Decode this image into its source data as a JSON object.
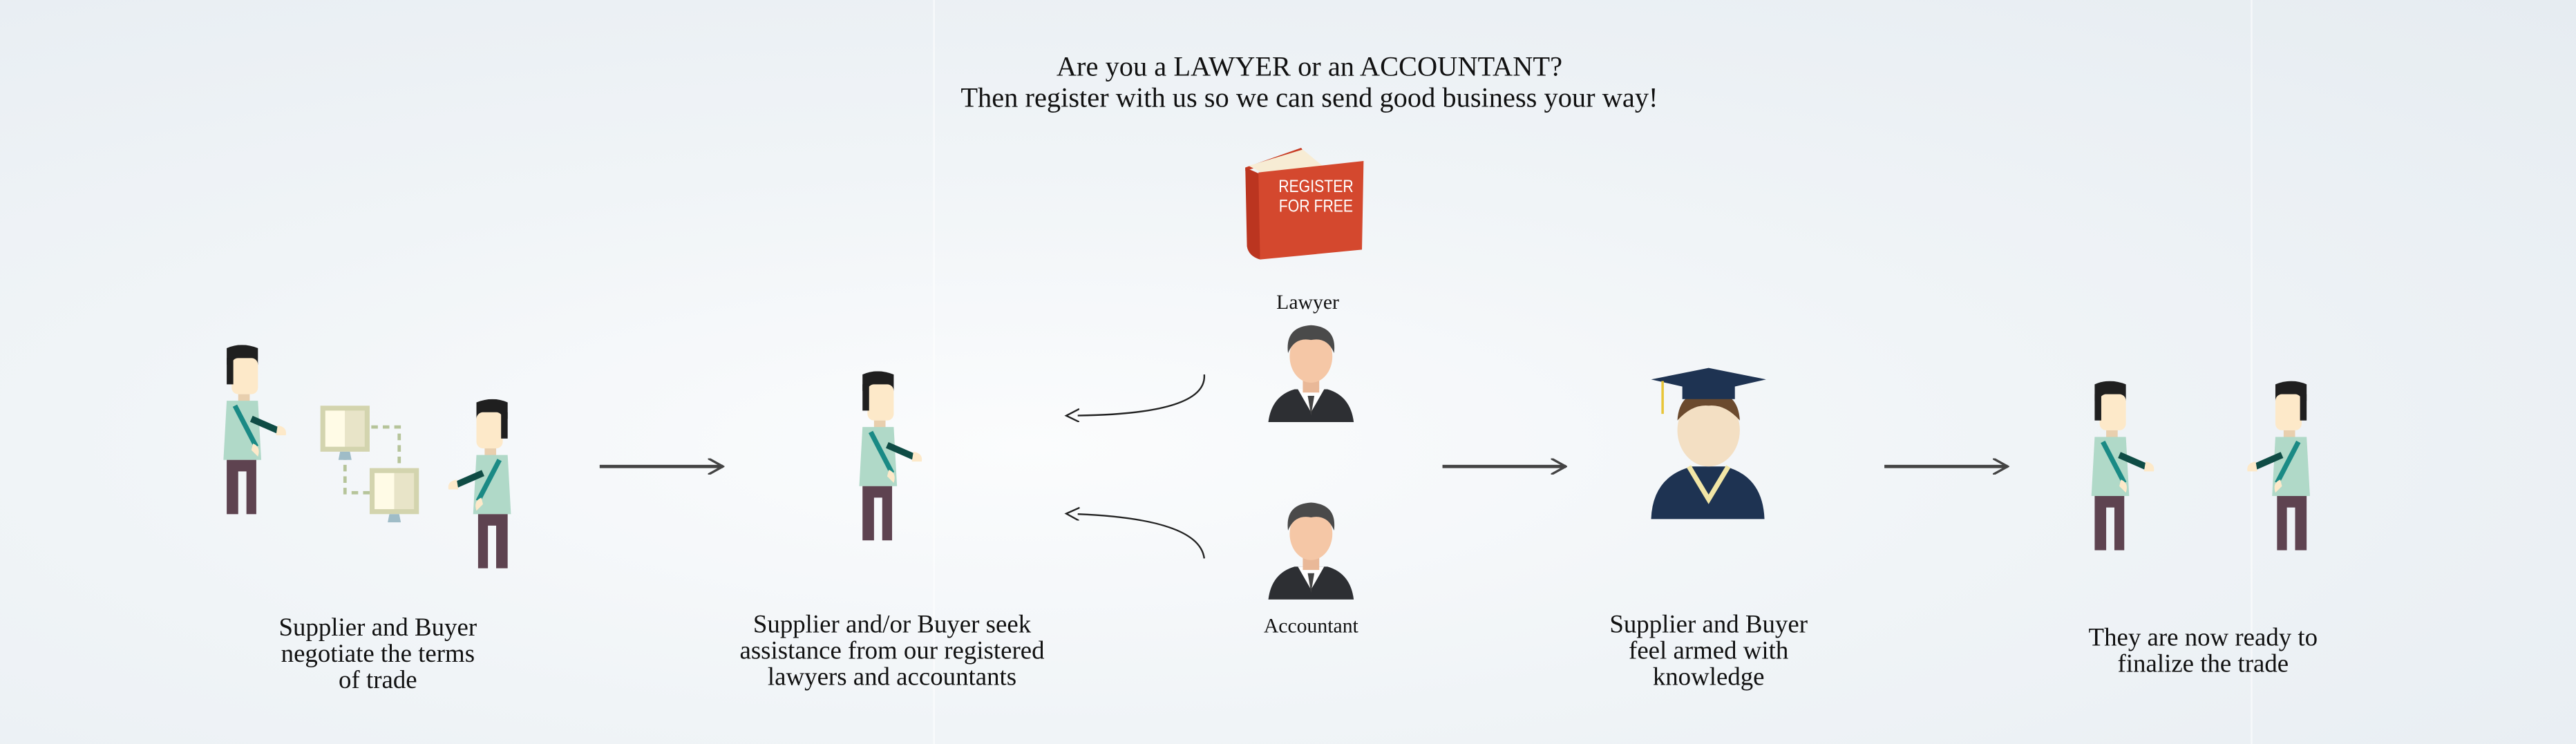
{
  "header": {
    "line1": "Are you a LAWYER or an ACCOUNTANT?",
    "line2": "Then register with us so we can send good business your way!"
  },
  "register_book": {
    "line1": "REGISTER",
    "line2": "FOR FREE",
    "color": "#d4482e"
  },
  "roles": {
    "lawyer": "Lawyer",
    "accountant": "Accountant"
  },
  "steps": [
    {
      "caption": [
        "Supplier and Buyer",
        "negotiate the terms",
        "of trade"
      ]
    },
    {
      "caption": [
        "Supplier and/or Buyer seek",
        "assistance from our registered",
        "lawyers and accountants"
      ]
    },
    {
      "caption": [
        "Supplier and Buyer",
        "feel armed with",
        "knowledge"
      ]
    },
    {
      "caption": [
        "They are now ready to",
        "finalize the trade"
      ]
    }
  ]
}
